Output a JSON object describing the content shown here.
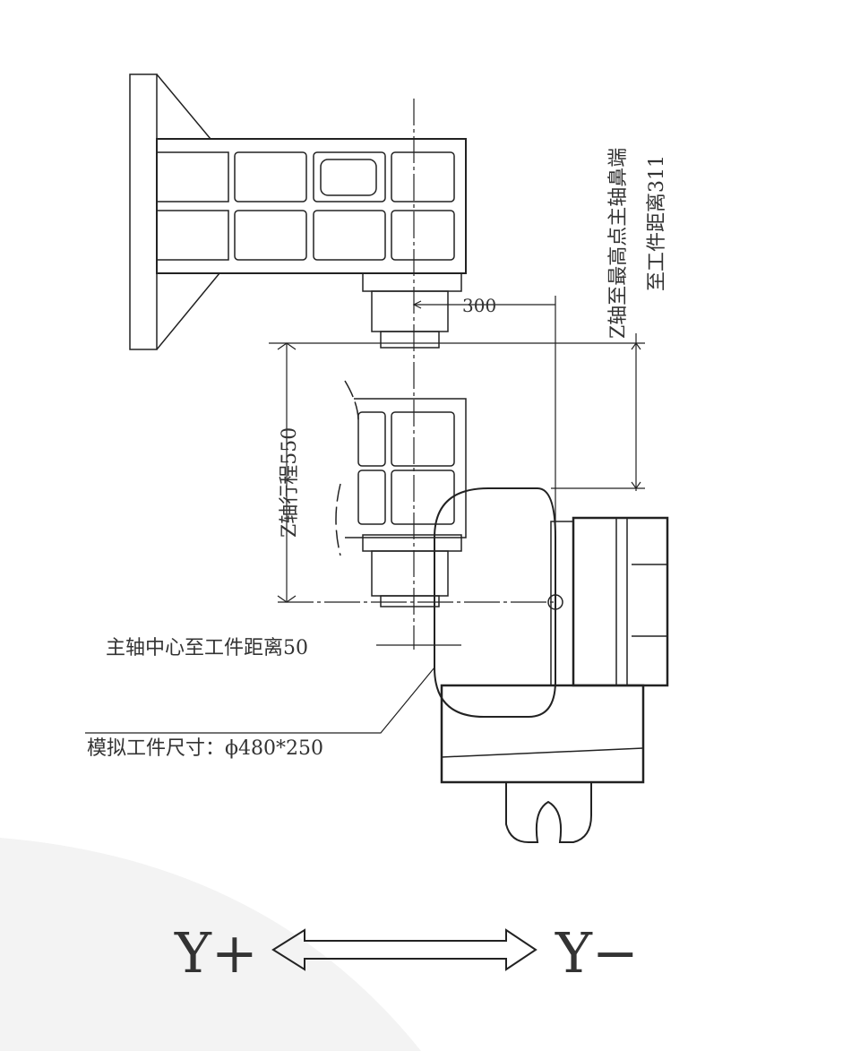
{
  "labels": {
    "z_top_line1": "Z轴至最高点主轴鼻端",
    "z_top_line2": "至工件距离311",
    "dim_300": "300",
    "z_travel": "Z轴行程550",
    "spindle_to_workpiece": "主轴中心至工件距离50",
    "workpiece_size": "模拟工件尺寸：ϕ480*250",
    "y_plus": "Y+",
    "y_minus": "Y−"
  },
  "colors": {
    "line": "#222222",
    "background_curve": "#f3f3f3"
  }
}
